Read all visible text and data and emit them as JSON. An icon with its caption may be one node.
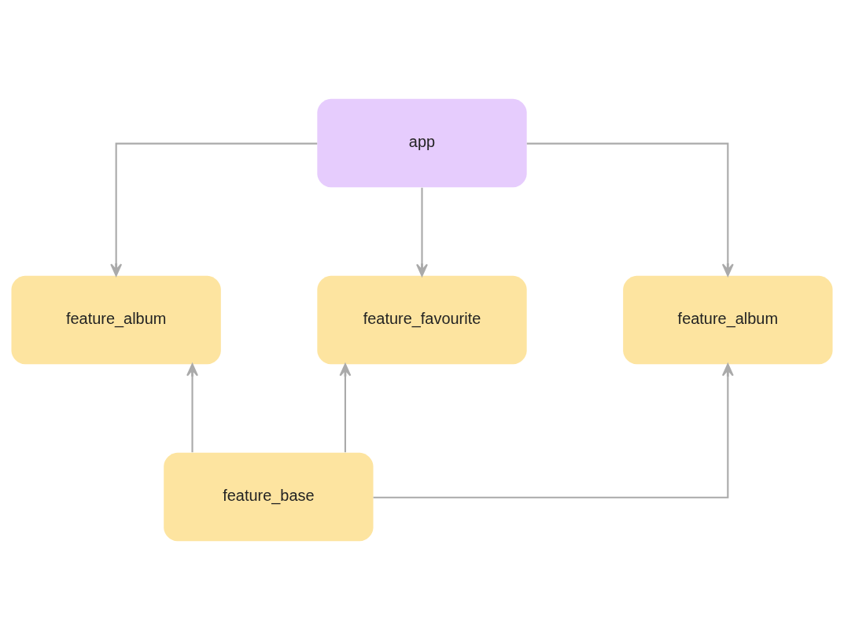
{
  "diagram": {
    "nodes": [
      {
        "text": [
          "app"
        ]
      },
      {
        "text": [
          "feature_album"
        ]
      },
      {
        "text": [
          "feature_favourite"
        ]
      },
      {
        "text": [
          "feature_album"
        ]
      },
      {
        "text": [
          "feature_base"
        ]
      }
    ],
    "edges": [
      {
        "from": 0,
        "to": 1,
        "arrow": "to"
      },
      {
        "from": 0,
        "to": 2,
        "arrow": "to"
      },
      {
        "from": 0,
        "to": 3,
        "arrow": "to"
      },
      {
        "from": 4,
        "to": 1,
        "arrow": "to"
      },
      {
        "from": 4,
        "to": 2,
        "arrow": "to"
      },
      {
        "from": 4,
        "to": 3,
        "arrow": "to"
      }
    ]
  }
}
